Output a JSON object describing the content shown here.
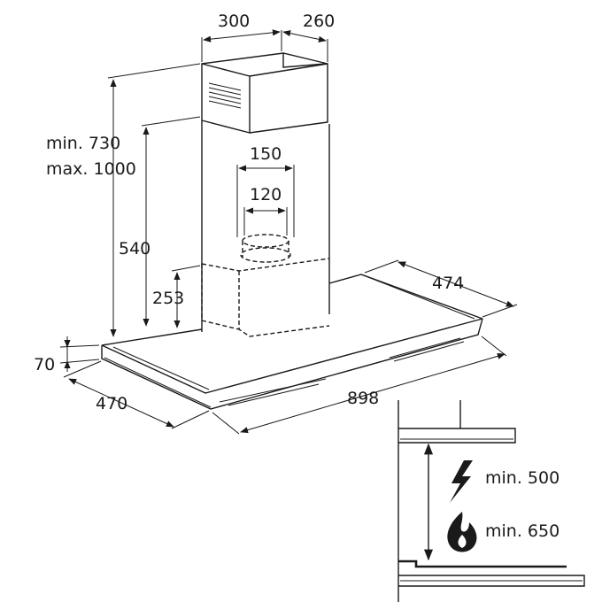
{
  "hood": {
    "chimney_width": "300",
    "chimney_depth": "260",
    "total_height": "min. 730",
    "total_height_max": "max. 1000",
    "chimney_height": "540",
    "duct_outer": "150",
    "duct_inner": "120",
    "motor_box_height": "253",
    "canopy_depth": "474",
    "canopy_thickness": "70",
    "canopy_side_depth": "470",
    "canopy_width": "898"
  },
  "clearance": {
    "electric_min": "min. 500",
    "gas_min": "min. 650",
    "electric_icon": "lightning-icon",
    "gas_icon": "flame-icon"
  }
}
